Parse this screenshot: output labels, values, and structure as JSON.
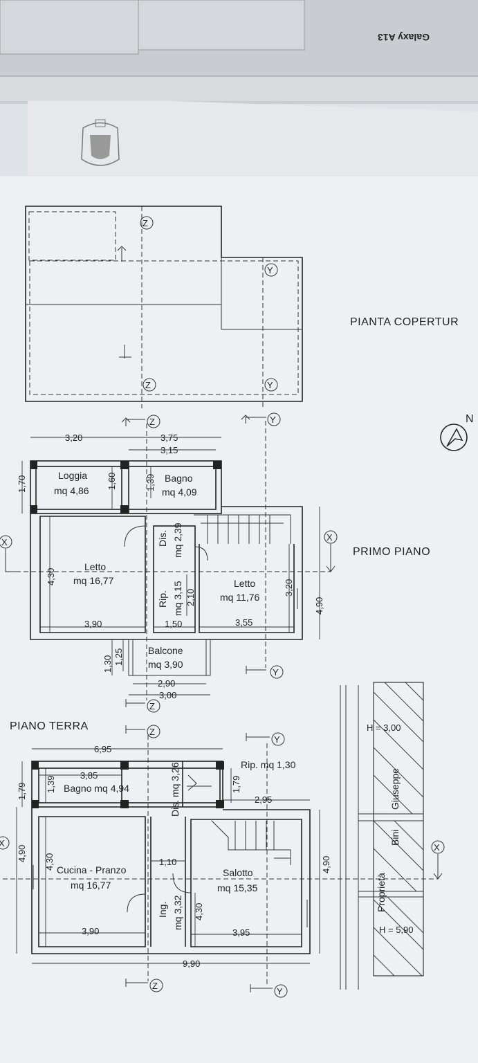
{
  "device_label": "Galaxy A13",
  "titles": {
    "roof": "PIANTA COPERTUR",
    "first": "PRIMO PIANO",
    "ground": "PIANO TERRA",
    "north": "N"
  },
  "section_marks": {
    "z": "Z",
    "y": "Y",
    "x": "X"
  },
  "rooms_first": {
    "loggia": "Loggia",
    "loggia_area": "mq 4,86",
    "bagno": "Bagno",
    "bagno_area": "mq 4,09",
    "letto1": "Letto",
    "letto1_area": "mq 16,77",
    "dis": "Dis.",
    "dis_area": "mq 2,39",
    "letto2": "Letto",
    "letto2_area": "mq 11,76",
    "rip": "Rip.",
    "rip_area": "mq 3,15",
    "balcone": "Balcone",
    "balcone_area": "mq 3,90"
  },
  "dims_first": {
    "d1": "3,20",
    "d2": "3,75",
    "d3": "3,15",
    "d4": "1,70",
    "d5": "1,60",
    "d6": "1,39",
    "d7": "4,30",
    "d8": "3,20",
    "d9": "4,90",
    "d10": "3,90",
    "d11": "1,50",
    "d12": "3,55",
    "d13": "2,10",
    "d14": "1,30",
    "d15": "1,25",
    "d16": "2,90",
    "d17": "3,00"
  },
  "rooms_ground": {
    "bagno": "Bagno mq 4,94",
    "rip": "Rip. mq 1,30",
    "dis": "Dis. mq 3,26",
    "cucina": "Cucina - Pranzo",
    "cucina_area": "mq 16,77",
    "salotto": "Salotto",
    "salotto_area": "mq 15,35",
    "ing": "Ing.",
    "ing_area": "mq 3,32"
  },
  "dims_ground": {
    "d1": "6,95",
    "d2": "3,85",
    "d3": "1,79",
    "d4": "1,39",
    "d5": "1,79",
    "d6": "2,95",
    "d7": "4,90",
    "d8": "4,30",
    "d9": "1,10",
    "d10": "4,90",
    "d11": "4,30",
    "d12": "3,90",
    "d13": "3,95",
    "d14": "9,90"
  },
  "neighbor": {
    "h_top": "H = 3,00",
    "name1": "Giuseppe",
    "name2": "Bini",
    "name3": "Proprietà",
    "h_bottom": "H = 5,90"
  }
}
